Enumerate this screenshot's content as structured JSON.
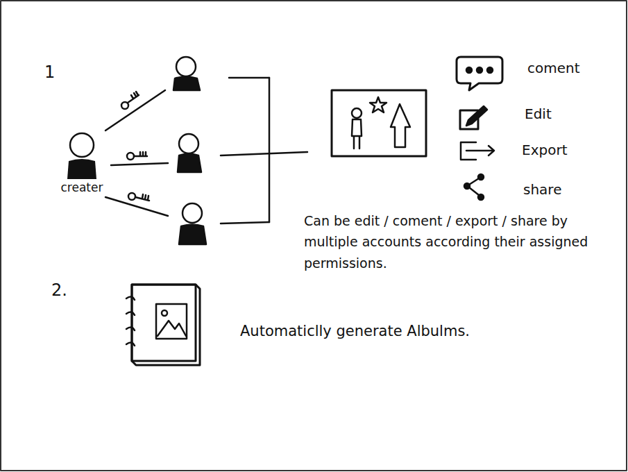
{
  "diagram": {
    "nodes": [
      {
        "text": [
          "creater"
        ]
      }
    ],
    "labels": [
      "1",
      "coment",
      "Edit",
      "Export",
      "share",
      "Can be edit / coment / export / share by multiple accounts according their assigned permissions.",
      "2.",
      "Automaticlly generate Albulms."
    ]
  }
}
